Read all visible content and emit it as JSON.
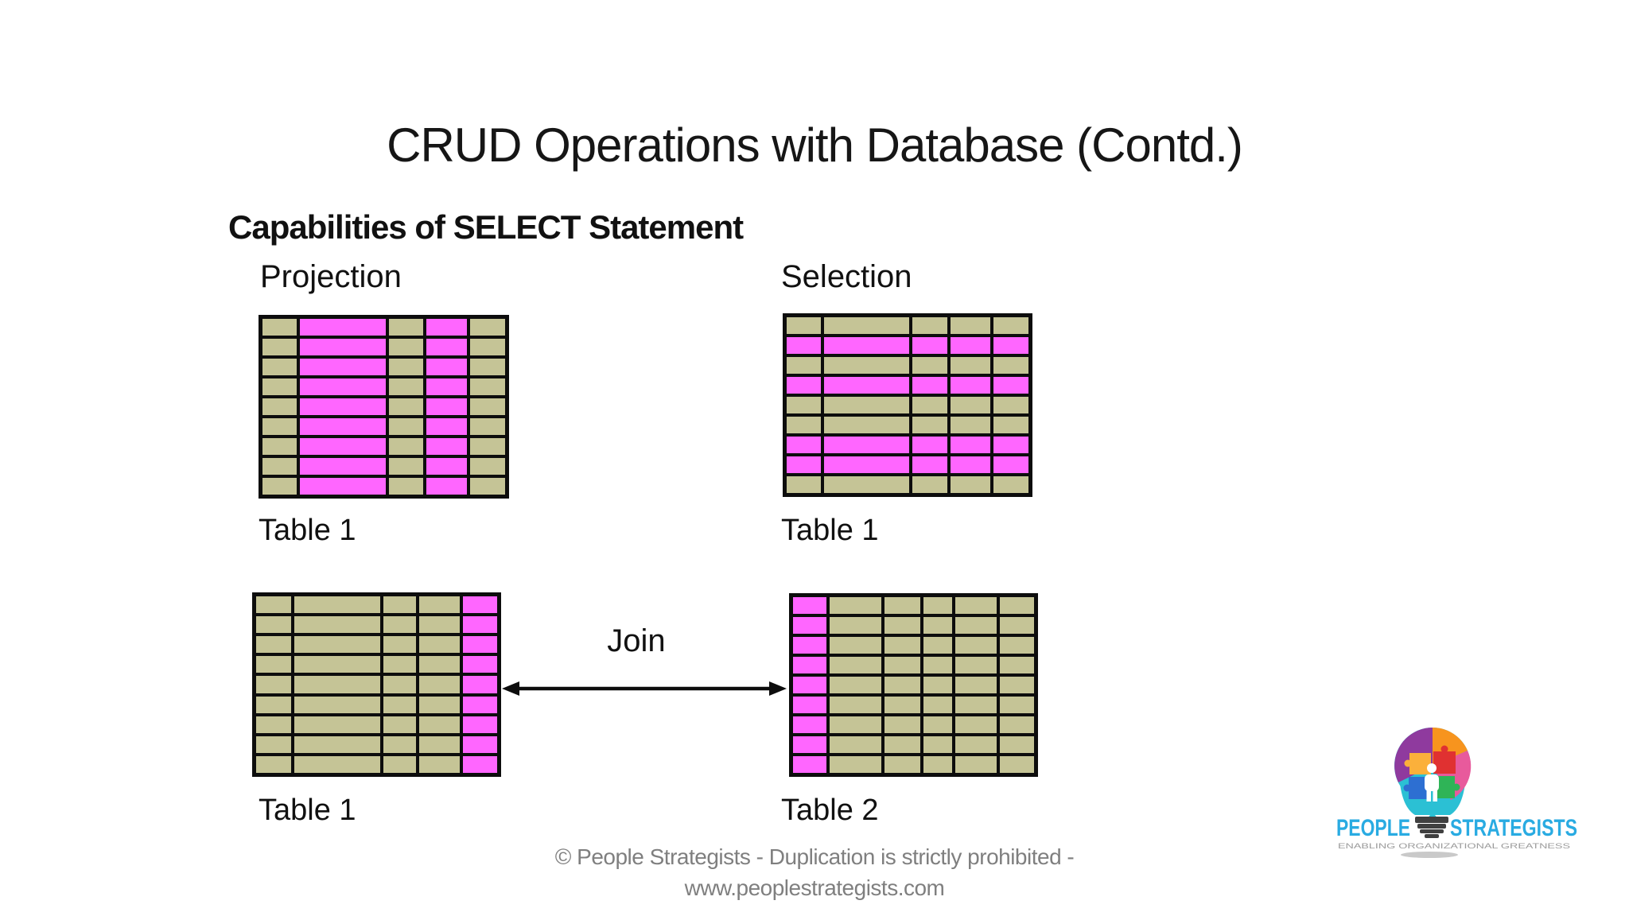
{
  "title": "CRUD Operations with Database (Contd.)",
  "section_heading": "Capabilities of SELECT Statement",
  "colors": {
    "cell_khaki": "#C5C496",
    "cell_pink": "#FF66FF",
    "table_border": "#0d0d0d",
    "text": "#111111",
    "footer_gray": "#7f7f7f",
    "brand_cyan": "#29ABE2",
    "tagline_gray": "#9b9b9b"
  },
  "diagrams": [
    {
      "id": "projection",
      "label": "Projection",
      "caption": "Table 1",
      "columns": [
        47,
        117,
        47,
        55,
        48
      ],
      "rows": 9,
      "pink_column_indexes": [
        1,
        3
      ],
      "pink_row_indexes": []
    },
    {
      "id": "selection",
      "label": "Selection",
      "caption": "Table 1",
      "columns": [
        47,
        117,
        47,
        55,
        48
      ],
      "rows": 9,
      "pink_column_indexes": [],
      "pink_row_indexes": [
        1,
        3,
        6,
        7
      ]
    },
    {
      "id": "join-left",
      "label": "",
      "caption": "Table 1",
      "columns": [
        48,
        118,
        45,
        55,
        47
      ],
      "rows": 9,
      "pink_column_indexes": [
        4
      ],
      "pink_row_indexes": []
    },
    {
      "id": "join-right",
      "label": "",
      "caption": "Table 2",
      "columns": [
        46,
        72,
        50,
        40,
        57,
        48
      ],
      "rows": 9,
      "pink_column_indexes": [
        0
      ],
      "pink_row_indexes": []
    }
  ],
  "join": {
    "label": "Join"
  },
  "footer": {
    "line1": "© People Strategists - Duplication is strictly prohibited -",
    "line2": "www.peoplestrategists.com"
  },
  "logo": {
    "brand_left": "PEOPLE",
    "brand_right": "STRATEGISTS",
    "tagline": "ENABLING ORGANIZATIONAL GREATNESS",
    "piece_colors": {
      "purple": "#8F3A9E",
      "orange": "#F7941E",
      "yellow": "#FBB03B",
      "red": "#E03131",
      "pink": "#E85A9C",
      "blue": "#2D6FD2",
      "green": "#2FB457",
      "teal": "#2BC0D4",
      "base_gray": "#404040"
    }
  }
}
